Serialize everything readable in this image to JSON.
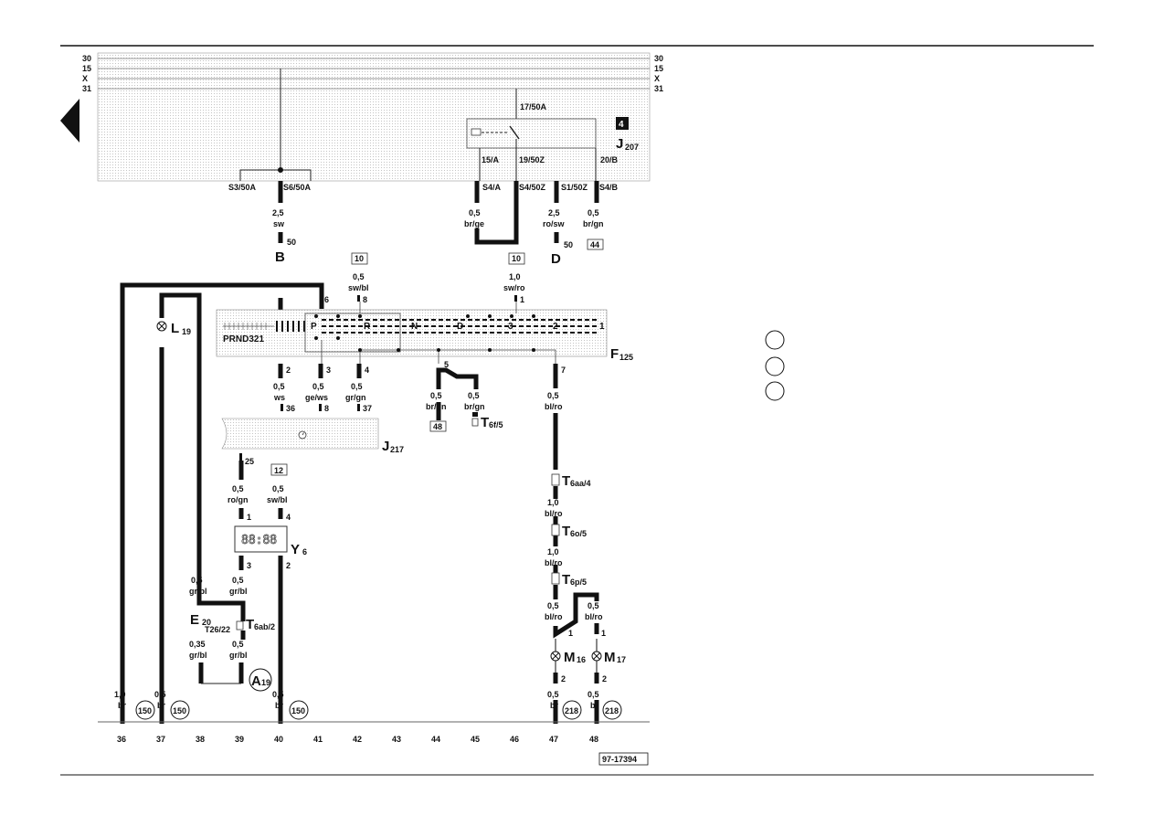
{
  "rails": {
    "left": [
      "30",
      "15",
      "X",
      "31"
    ],
    "right": [
      "30",
      "15",
      "X",
      "31"
    ]
  },
  "fuse_box": {
    "conn_top": "17/50A",
    "relay_id": "4",
    "relay_name": "J",
    "relay_sub": "207",
    "pins": [
      "15/A",
      "19/50Z",
      "20/B"
    ],
    "terminals": [
      "S3/50A",
      "S6/50A",
      "S4/A",
      "S4/50Z",
      "S1/50Z",
      "S4/B"
    ]
  },
  "upper_wires": {
    "b_size": "2,5",
    "b_color": "sw",
    "b_num": "50",
    "b_letter": "B",
    "brge_size": "0,5",
    "brge_color": "br/ge",
    "rosw_size": "2,5",
    "rosw_color": "ro/sw",
    "d_num": "50",
    "d_letter": "D",
    "brgn_size": "0,5",
    "brgn_color": "br/gn",
    "ref44": "44"
  },
  "switch_block": {
    "ref_left": "10",
    "left_size": "0,5",
    "left_color": "sw/bl",
    "left_pin": "8",
    "ref_right": "10",
    "right_size": "1,0",
    "right_color": "sw/ro",
    "right_pin": "1",
    "pin6": "6",
    "prnd": "PRND321",
    "pos_p": "P",
    "pos_r": "R",
    "pos_n": "N",
    "pos_d": "D",
    "pos_3": "3",
    "pos_2": "2",
    "pos_1": "1",
    "name": "F",
    "sub": "125",
    "pins_below": [
      "2",
      "3",
      "4",
      "5",
      "7"
    ],
    "w2_size": "0,5",
    "w2_color": "ws",
    "w3_size": "0,5",
    "w3_color": "ge/ws",
    "w4_size": "0,5",
    "w4_color": "gr/gn",
    "w5a_size": "0,5",
    "w5a_color": "br/gn",
    "ref48": "48",
    "w5b_size": "0,5",
    "w5b_color": "br/gn",
    "t6f": "T",
    "t6f_sub": "6f/5",
    "w7_size": "0,5",
    "w7_color": "bl/ro"
  },
  "lamp_l19": {
    "name": "L",
    "sub": "19"
  },
  "j217": {
    "pin36": "36",
    "pin8": "8",
    "pin37": "37",
    "pin25": "25",
    "name": "J",
    "sub": "217"
  },
  "y6_block": {
    "ref12": "12",
    "w25_size": "0,5",
    "w25_color": "ro/gn",
    "pin1": "1",
    "wsw_size": "0,5",
    "wsw_color": "sw/bl",
    "pin4": "4",
    "display": "88:88",
    "name": "Y",
    "sub": "6",
    "pin3": "3",
    "pin2": "2"
  },
  "lower_left": {
    "grbl1_size": "0,5",
    "grbl1_color": "gr/bl",
    "grbl2_size": "0,5",
    "grbl2_color": "gr/bl",
    "e_name": "E",
    "e_sub": "20",
    "t26": "T26/22",
    "t6ab": "T",
    "t6ab_sub": "6ab/2",
    "grbl3_size": "0,35",
    "grbl3_color": "gr/bl",
    "grbl4_size": "0,5",
    "grbl4_color": "gr/bl",
    "a_name": "A",
    "a_sub": "19"
  },
  "right_chain": {
    "t6aa": "T",
    "t6aa_sub": "6aa/4",
    "w1_size": "1,0",
    "w1_color": "bl/ro",
    "t6o": "T",
    "t6o_sub": "6o/5",
    "w2_size": "1,0",
    "w2_color": "bl/ro",
    "t6p": "T",
    "t6p_sub": "6p/5",
    "m16w_size": "0,5",
    "m16w_color": "bl/ro",
    "m16pin1": "1",
    "m17w_size": "0,5",
    "m17w_color": "bl/ro",
    "m17pin1": "1",
    "m16": "M",
    "m16_sub": "16",
    "m17": "M",
    "m17_sub": "17",
    "m16pin2": "2",
    "m17pin2": "2"
  },
  "bottom": {
    "w36_size": "1,0",
    "w36_color": "br",
    "w37_size": "0,5",
    "w37_color": "br",
    "g150a": "150",
    "g150b": "150",
    "w40_size": "0,5",
    "w40_color": "br",
    "g150c": "150",
    "w47_size": "0,5",
    "w47_color": "br",
    "g218a": "218",
    "w48_size": "0,5",
    "w48_color": "br",
    "g218b": "218",
    "tracks": [
      "36",
      "37",
      "38",
      "39",
      "40",
      "41",
      "42",
      "43",
      "44",
      "45",
      "46",
      "47",
      "48"
    ]
  },
  "figure_id": "97-17394"
}
